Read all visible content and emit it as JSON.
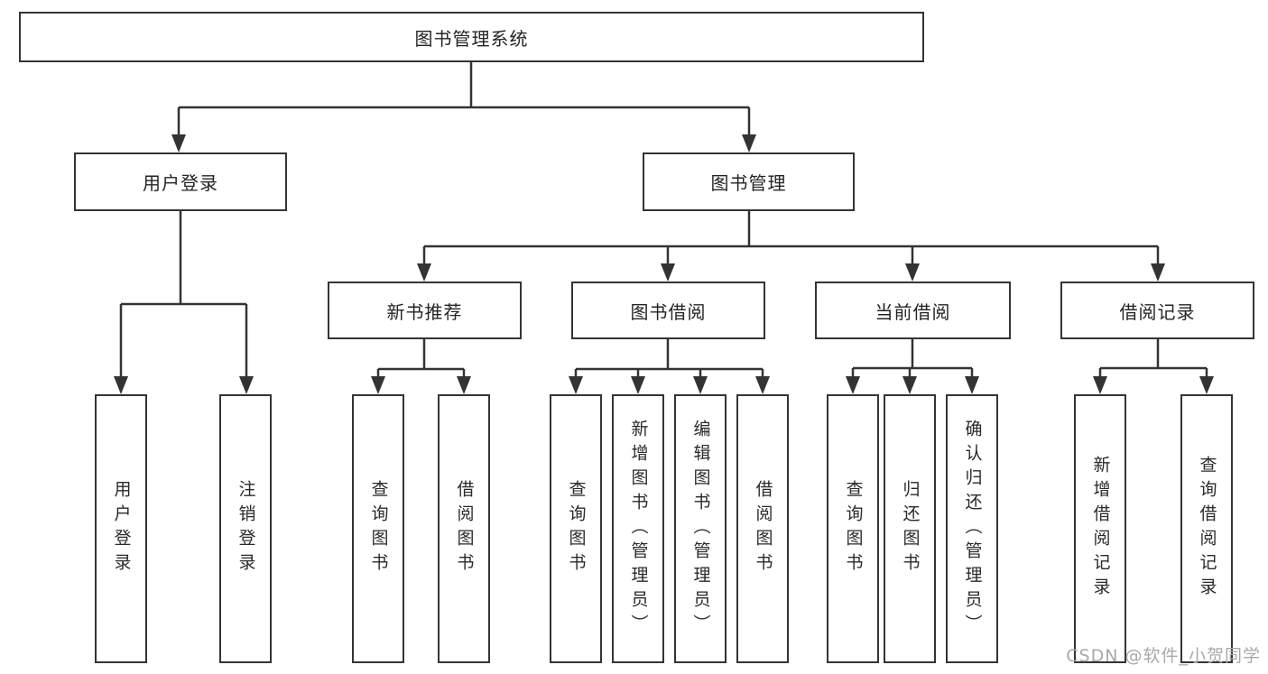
{
  "diagram": {
    "root": {
      "label": "图书管理系统"
    },
    "level2": [
      {
        "label": "用户登录"
      },
      {
        "label": "图书管理"
      }
    ],
    "level3": [
      {
        "label": "新书推荐"
      },
      {
        "label": "图书借阅"
      },
      {
        "label": "当前借阅"
      },
      {
        "label": "借阅记录"
      }
    ],
    "leaves": [
      {
        "label": "用户登录"
      },
      {
        "label": "注销登录"
      },
      {
        "label": "查询图书"
      },
      {
        "label": "借阅图书"
      },
      {
        "label": "查询图书"
      },
      {
        "label": "新增图书（管理员）"
      },
      {
        "label": "编辑图书（管理员）"
      },
      {
        "label": "借阅图书"
      },
      {
        "label": "查询图书"
      },
      {
        "label": "归还图书"
      },
      {
        "label": "确认归还（管理员）"
      },
      {
        "label": "新增借阅记录"
      },
      {
        "label": "查询借阅记录"
      }
    ],
    "colors": {
      "line": "#333333",
      "border": "#343434",
      "text": "#242424",
      "watermark": "#a9a9a9"
    },
    "watermark": "CSDN @软件_小贺同学"
  }
}
